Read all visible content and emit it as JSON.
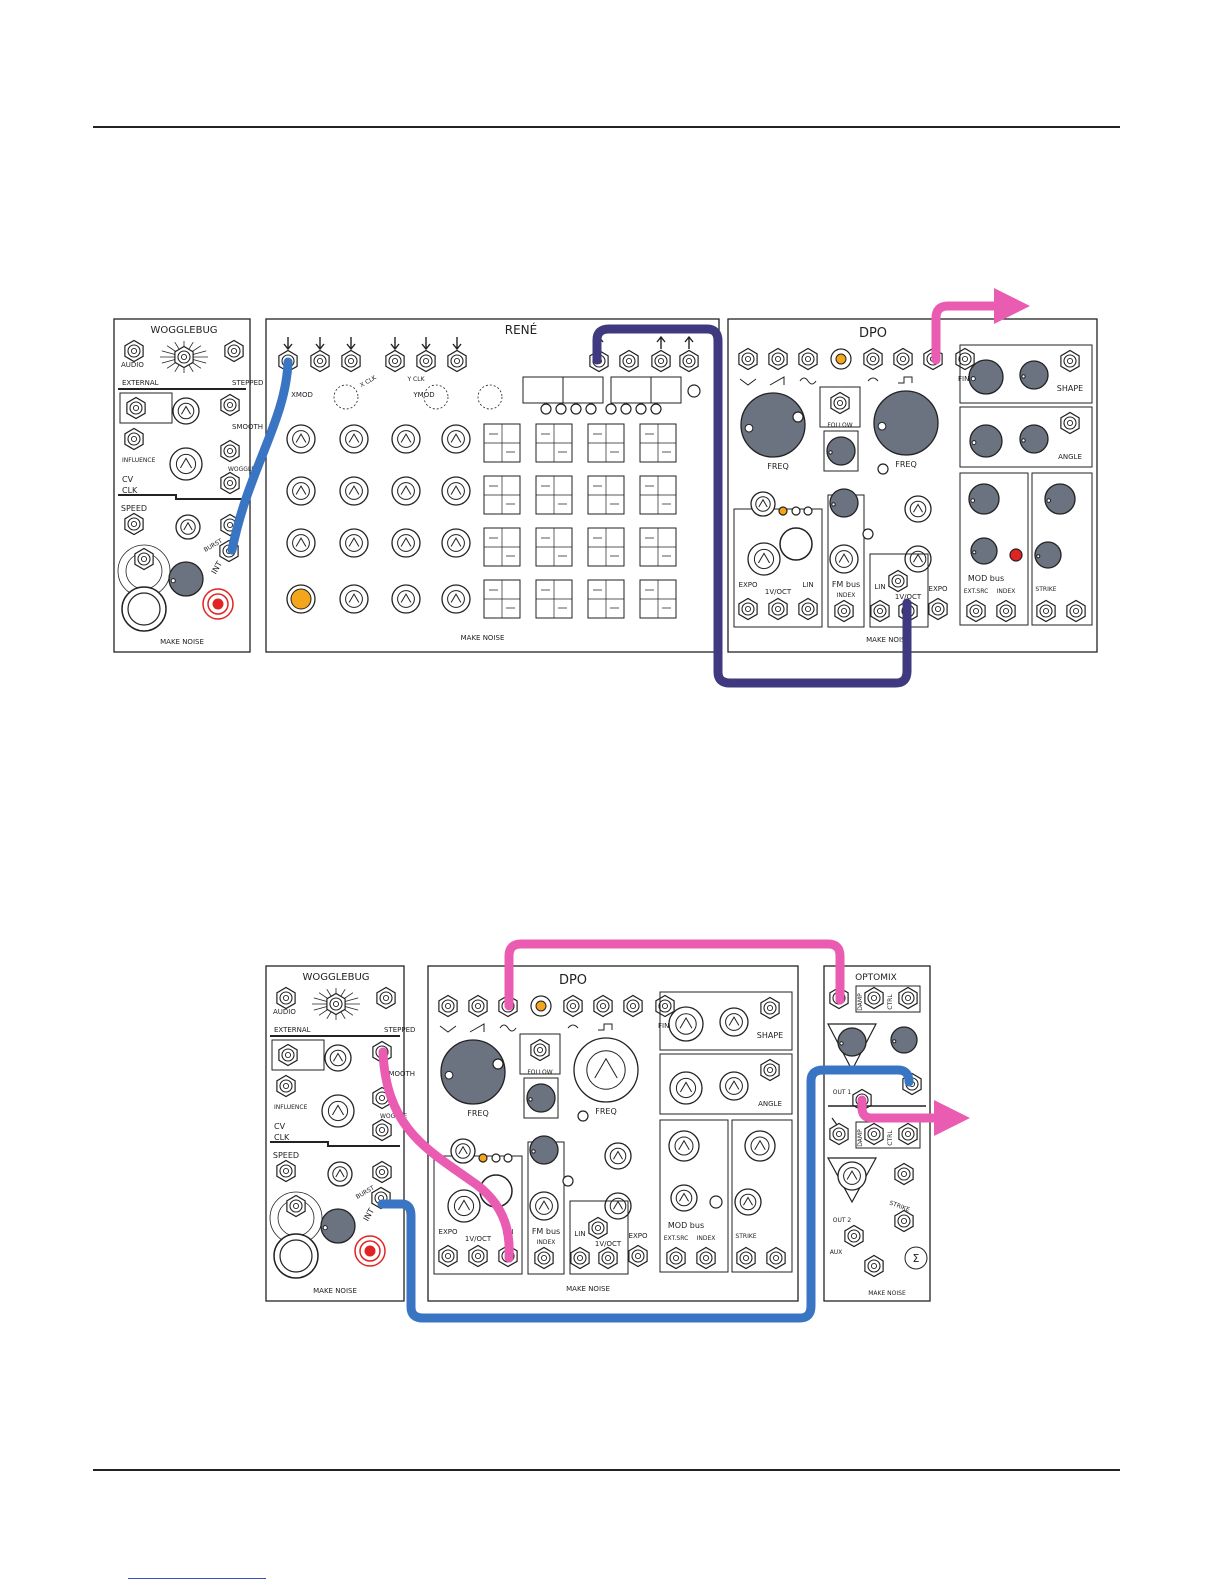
{
  "colors": {
    "panel_stroke": "#222222",
    "knob": "#6b7280",
    "cable_blue": "#3a75c4",
    "cable_purple": "#3f3a80",
    "cable_pink": "#ea5cb1",
    "led_orange": "#f3a51c",
    "led_red": "#e02424",
    "footer_link": "#3a4fc8"
  },
  "patch1": {
    "wogglebug": {
      "title": "WOGGLEBUG",
      "labels": [
        "EXTERNAL",
        "STEPPED",
        "SMOOTH",
        "INFLUENCE",
        "WOGGLE",
        "CV",
        "CLK",
        "SPEED",
        "BURST",
        "INT",
        "AUDIO",
        "MAKE NOISE"
      ]
    },
    "rene": {
      "title": "RENÉ",
      "labels": [
        "XMOD",
        "YMOD",
        "X CLK",
        "Y CLK",
        "MAKE NOISE"
      ]
    },
    "dpo": {
      "title": "DPO",
      "labels": [
        "FINAL",
        "SHAPE",
        "FREQ",
        "FREQ",
        "FOLLOW",
        "ANGLE",
        "FM bus",
        "INDEX",
        "LIN",
        "1V/OCT",
        "EXPO",
        "MOD bus",
        "EXT.SRC",
        "INDEX",
        "STRIKE",
        "MAKE NOISE"
      ]
    }
  },
  "patch2": {
    "wogglebug": {
      "title": "WOGGLEBUG",
      "labels": [
        "EXTERNAL",
        "STEPPED",
        "SMOOTH",
        "INFLUENCE",
        "WOGGLE",
        "CV",
        "CLK",
        "SPEED",
        "BURST",
        "INT",
        "AUDIO",
        "MAKE NOISE"
      ]
    },
    "dpo": {
      "title": "DPO",
      "labels": [
        "FINAL",
        "SHAPE",
        "FREQ",
        "FREQ",
        "FOLLOW",
        "ANGLE",
        "FM bus",
        "INDEX",
        "LIN",
        "1V/OCT",
        "EXPO",
        "MOD bus",
        "EXT.SRC",
        "INDEX",
        "STRIKE",
        "MAKE NOISE"
      ]
    },
    "optomix": {
      "title": "OPTOMIX",
      "labels": [
        "DAMP",
        "CTRL",
        "OUT 1",
        "DAMP",
        "CTRL",
        "OUT 2",
        "AUX",
        "STRIKE",
        "MAKE NOISE"
      ]
    }
  }
}
